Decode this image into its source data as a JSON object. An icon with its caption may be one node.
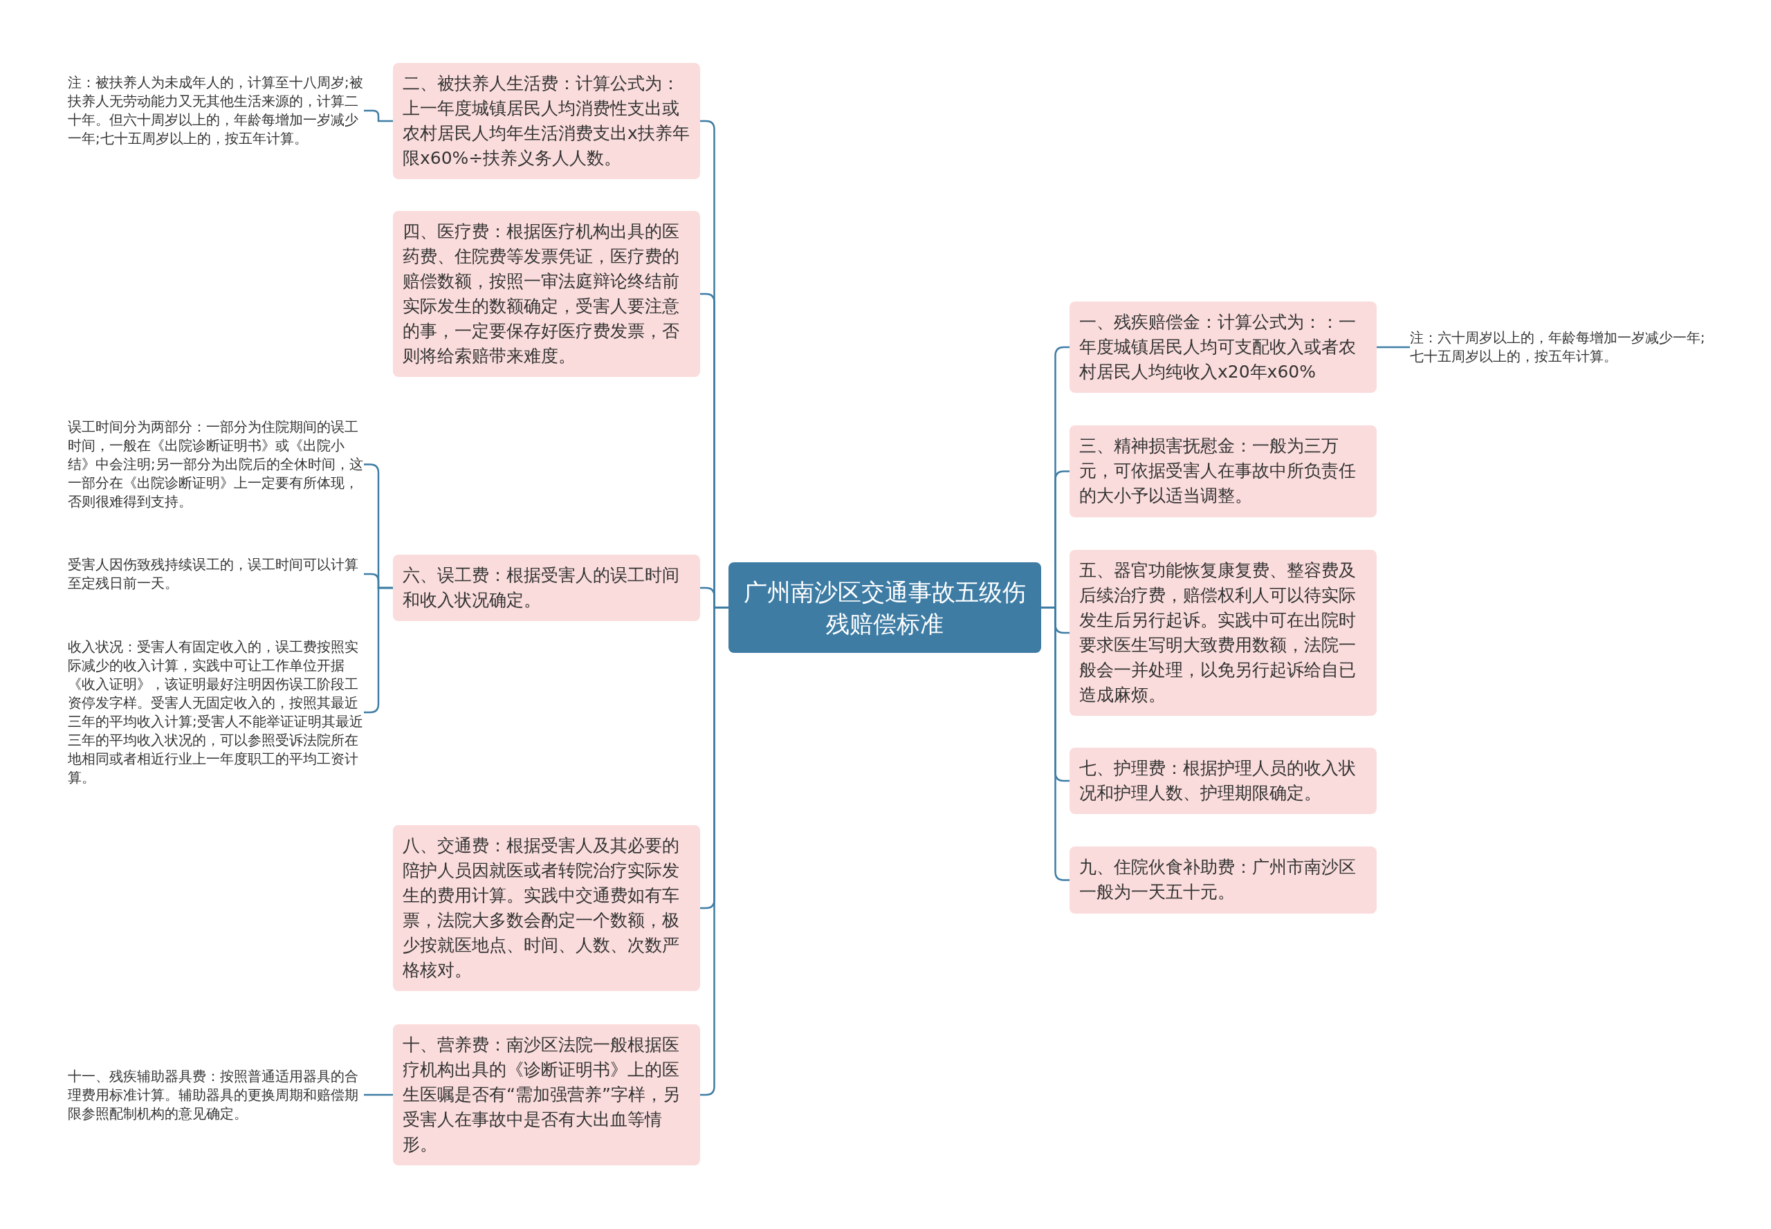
{
  "diagram": {
    "nodes": [
      {
        "text": [
          "广州南沙区交通事故五级伤残赔偿标准"
        ]
      },
      {
        "text": [
          "二、被扶养人生活费：计算公式为：上一年度城镇居民人均消费性支出或农村居民人均年生活消费支出x扶养年限x60%÷扶养义务人人数。"
        ]
      },
      {
        "text": [
          "四、医疗费：根据医疗机构出具的医药费、住院费等发票凭证，医疗费的赔偿数额，按照一审法庭辩论终结前实际发生的数额确定，受害人要注意的事，一定要保存好医疗费发票，否则将给索赔带来难度。"
        ]
      },
      {
        "text": [
          "六、误工费：根据受害人的误工时间和收入状况确定。"
        ]
      },
      {
        "text": [
          "八、交通费：根据受害人及其必要的陪护人员因就医或者转院治疗实际发生的费用计算。实践中交通费如有车票，法院大多数会酌定一个数额，极少按就医地点、时间、人数、次数严格核对。"
        ]
      },
      {
        "text": [
          "十、营养费：南沙区法院一般根据医疗机构出具的《诊断证明书》上的医生医嘱是否有“需加强营养”字样，另受害人在事故中是否有大出血等情形。"
        ]
      },
      {
        "text": [
          "一、残疾赔偿金：计算公式为：：一年度城镇居民人均可支配收入或者农村居民人均纯收入x20年x60%"
        ]
      },
      {
        "text": [
          "三、精神损害抚慰金：一般为三万元，可依据受害人在事故中所负责任的大小予以适当调整。"
        ]
      },
      {
        "text": [
          "五、器官功能恢复康复费、整容费及后续治疗费，赔偿权利人可以待实际发生后另行起诉。实践中可在出院时要求医生写明大致费用数额，法院一般会一并处理，以免另行起诉给自已造成麻烦。"
        ]
      },
      {
        "text": [
          "七、护理费：根据护理人员的收入状况和护理人数、护理期限确定。"
        ]
      },
      {
        "text": [
          "九、住院伙食补助费：广州市南沙区一般为一天五十元。"
        ]
      },
      {
        "text": [
          "注：被扶养人为未成年人的，计算至十八周岁;被扶养人无劳动能力又无其他生活来源的，计算二十年。但六十周岁以上的，年龄每增加一岁减少一年;七十五周岁以上的，按五年计算。"
        ]
      },
      {
        "text": [
          "误工时间分为两部分：一部分为住院期间的误工时间，一般在《出院诊断证明书》或《出院小结》中会注明;另一部分为出院后的全休时间，这一部分在《出院诊断证明》上一定要有所体现，否则很难得到支持。"
        ]
      },
      {
        "text": [
          "受害人因伤致残持续误工的，误工时间可以计算至定残日前一天。"
        ]
      },
      {
        "text": [
          "收入状况：受害人有固定收入的，误工费按照实际减少的收入计算，实践中可让工作单位开据《收入证明》，该证明最好注明因伤误工阶段工资停发字样。受害人无固定收入的，按照其最近三年的平均收入计算;受害人不能举证证明其最近三年的平均收入状况的，可以参照受诉法院所在地相同或者相近行业上一年度职工的平均工资计算。"
        ]
      },
      {
        "text": [
          "十一、残疾辅助器具费：按照普通适用器具的合理费用标准计算。辅助器具的更换周期和赔偿期限参照配制机构的意见确定。"
        ]
      },
      {
        "text": [
          "注：六十周岁以上的，年龄每增加一岁减少一年;七十五周岁以上的，按五年计算。"
        ]
      }
    ],
    "edges": [
      {
        "from": 0,
        "to": 1,
        "arrow": "none"
      },
      {
        "from": 0,
        "to": 2,
        "arrow": "none"
      },
      {
        "from": 0,
        "to": 3,
        "arrow": "none"
      },
      {
        "from": 0,
        "to": 4,
        "arrow": "none"
      },
      {
        "from": 0,
        "to": 5,
        "arrow": "none"
      },
      {
        "from": 0,
        "to": 6,
        "arrow": "none"
      },
      {
        "from": 0,
        "to": 7,
        "arrow": "none"
      },
      {
        "from": 0,
        "to": 8,
        "arrow": "none"
      },
      {
        "from": 0,
        "to": 9,
        "arrow": "none"
      },
      {
        "from": 0,
        "to": 10,
        "arrow": "none"
      },
      {
        "from": 1,
        "to": 11,
        "arrow": "none"
      },
      {
        "from": 3,
        "to": 12,
        "arrow": "none"
      },
      {
        "from": 3,
        "to": 13,
        "arrow": "none"
      },
      {
        "from": 3,
        "to": 14,
        "arrow": "none"
      },
      {
        "from": 5,
        "to": 15,
        "arrow": "none"
      },
      {
        "from": 6,
        "to": 16,
        "arrow": "none"
      }
    ]
  }
}
